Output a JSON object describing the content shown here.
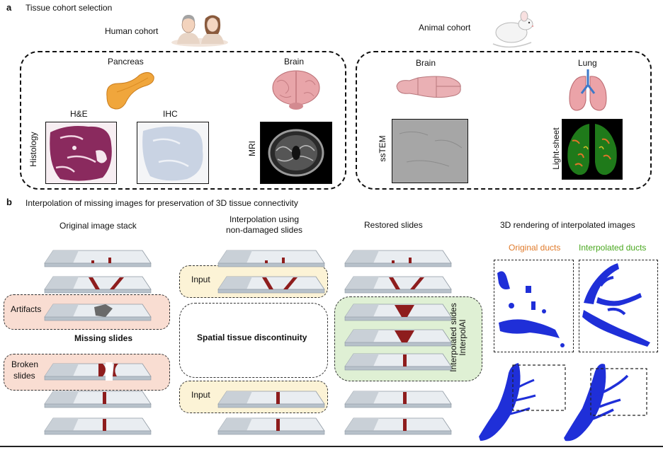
{
  "panel_a": {
    "letter": "a",
    "title": "Tissue cohort selection",
    "human_cohort_label": "Human cohort",
    "animal_cohort_label": "Animal cohort",
    "pancreas_label": "Pancreas",
    "human_brain_label": "Brain",
    "animal_brain_label": "Brain",
    "lung_label": "Lung",
    "he_label": "H&E",
    "ihc_label": "IHC",
    "histology_label": "Histology",
    "mri_label": "MRI",
    "sstem_label": "ssTEM",
    "lightsheet_label": "Light-sheet"
  },
  "panel_b": {
    "letter": "b",
    "title": "Interpolation of missing images for preservation of 3D tissue connectivity",
    "col1_title": "Original image stack",
    "col2_title_line1": "Interpolation using",
    "col2_title_line2": "non-damaged slides",
    "col3_title": "Restored slides",
    "col4_title": "3D rendering of interpolated images",
    "artifacts_label": "Artifacts",
    "missing_slides_label": "Missing slides",
    "broken_label_line1": "Broken",
    "broken_label_line2": "slides",
    "input_label_top": "Input",
    "input_label_bottom": "Input",
    "discontinuity_label": "Spatial tissue discontinuity",
    "interpolai_line1": "InterpolAI",
    "interpolai_line2": "Interpolated slides",
    "original_ducts_label": "Original ducts",
    "interpolated_ducts_label": "Interpolated ducts"
  },
  "colors": {
    "artifact_box": "#f9ddd2",
    "input_box": "#fcf3d6",
    "interpolated_box": "#dff0d4",
    "original_ducts": "#e07a2a",
    "interpolated_ducts": "#4aa820",
    "duct_blue": "#1f2fd8",
    "tissue_red": "#8e1d1d"
  }
}
